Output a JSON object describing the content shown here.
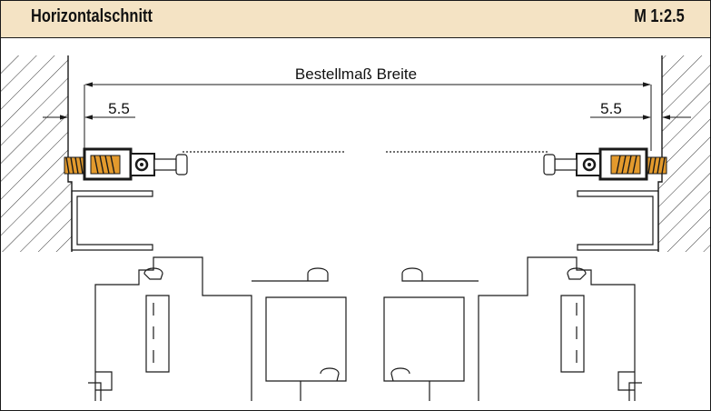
{
  "header": {
    "title": "Horizontalschnitt",
    "scale": "M 1:2.5"
  },
  "drawing": {
    "dimension_width": "Bestellmaß Breite",
    "dimension_left": "5.5",
    "dimension_right": "5.5"
  },
  "colors": {
    "header_background": "#f4e3c4",
    "line": "#1a1a1a",
    "spring": "#e39a2d"
  }
}
